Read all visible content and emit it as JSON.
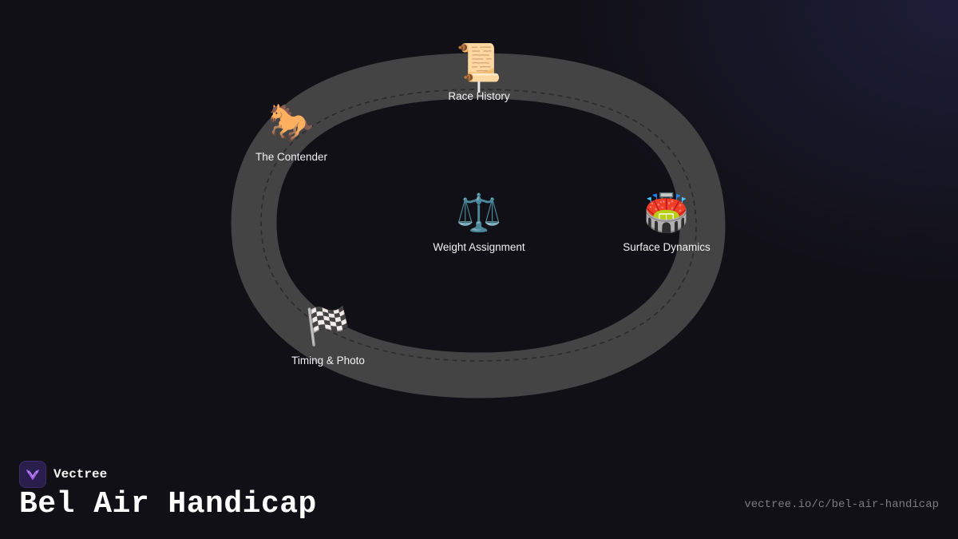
{
  "nodes": {
    "race_history": {
      "icon": "scroll-icon",
      "emoji": "📜",
      "label": "Race History"
    },
    "contender": {
      "icon": "horse-icon",
      "emoji": "🐎",
      "label": "The Contender"
    },
    "weight": {
      "icon": "balance-scale-icon",
      "emoji": "⚖️",
      "label": "Weight Assignment"
    },
    "surface": {
      "icon": "stadium-icon",
      "emoji": "🏟️",
      "label": "Surface Dynamics"
    },
    "timing": {
      "icon": "checkered-flag-icon",
      "emoji": "🏁",
      "label": "Timing & Photo"
    }
  },
  "brand": {
    "name": "Vectree",
    "logo_icon": "vectree-logo-icon"
  },
  "title": "Bel Air Handicap",
  "url": "vectree.io/c/bel-air-handicap",
  "colors": {
    "background": "#111016",
    "track": "#444444",
    "track_dash": "#2b2b2b",
    "brand_accent": "#9b5de5"
  }
}
